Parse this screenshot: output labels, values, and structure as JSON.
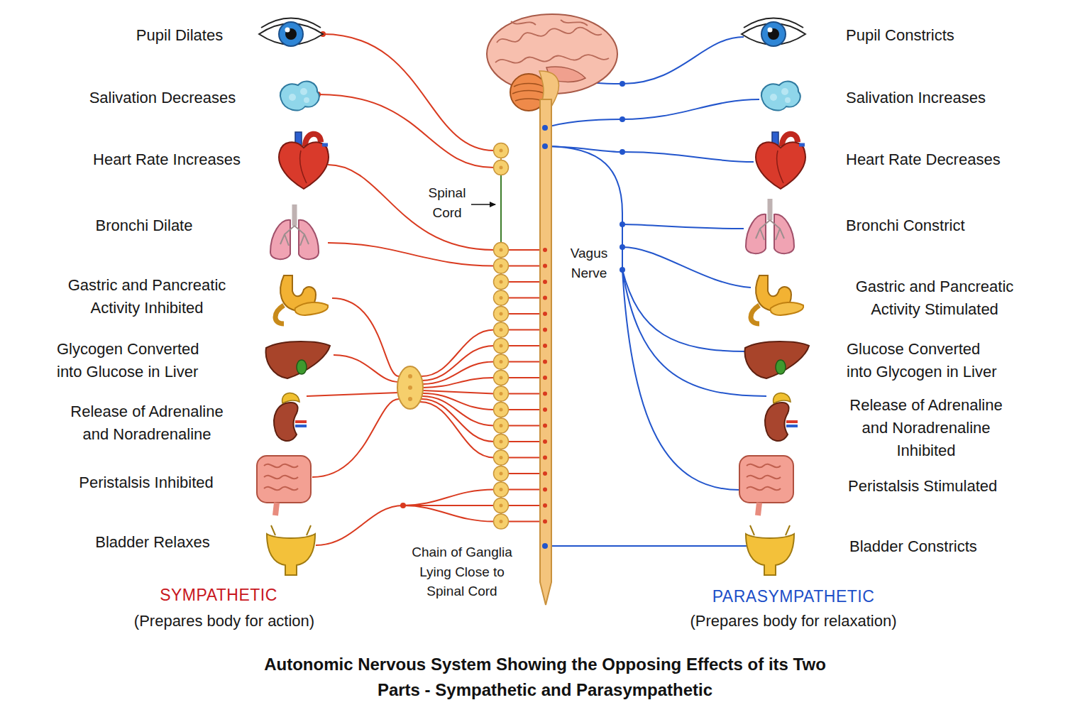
{
  "diagram": {
    "title": "Autonomic Nervous System Showing the Opposing Effects of its Two Parts - Sympathetic and Parasympathetic",
    "labels": [
      "Pupil Dilates",
      "Pupil Constricts",
      "Salivation Decreases",
      "Salivation Increases",
      "Heart Rate Increases",
      "Heart Rate Decreases",
      "Spinal Cord",
      "Bronchi Dilate",
      "Bronchi Constrict",
      "Vagus Nerve",
      "Gastric and Pancreatic Activity Inhibited",
      "Gastric and Pancreatic Activity Stimulated",
      "Glycogen Converted into Glucose in Liver",
      "Glucose Converted into Glycogen in Liver",
      "Release of Adrenaline and Noradrenaline",
      "Release of Adrenaline and Noradrenaline Inhibited",
      "Peristalsis Inhibited",
      "Peristalsis Stimulated",
      "Bladder Relaxes",
      "Bladder Constricts",
      "Chain of Ganglia Lying Close to Spinal Cord",
      "SYMPATHETIC",
      "PARASYMPATHETIC",
      "(Prepares body for action)",
      "(Prepares body for relaxation)"
    ]
  }
}
